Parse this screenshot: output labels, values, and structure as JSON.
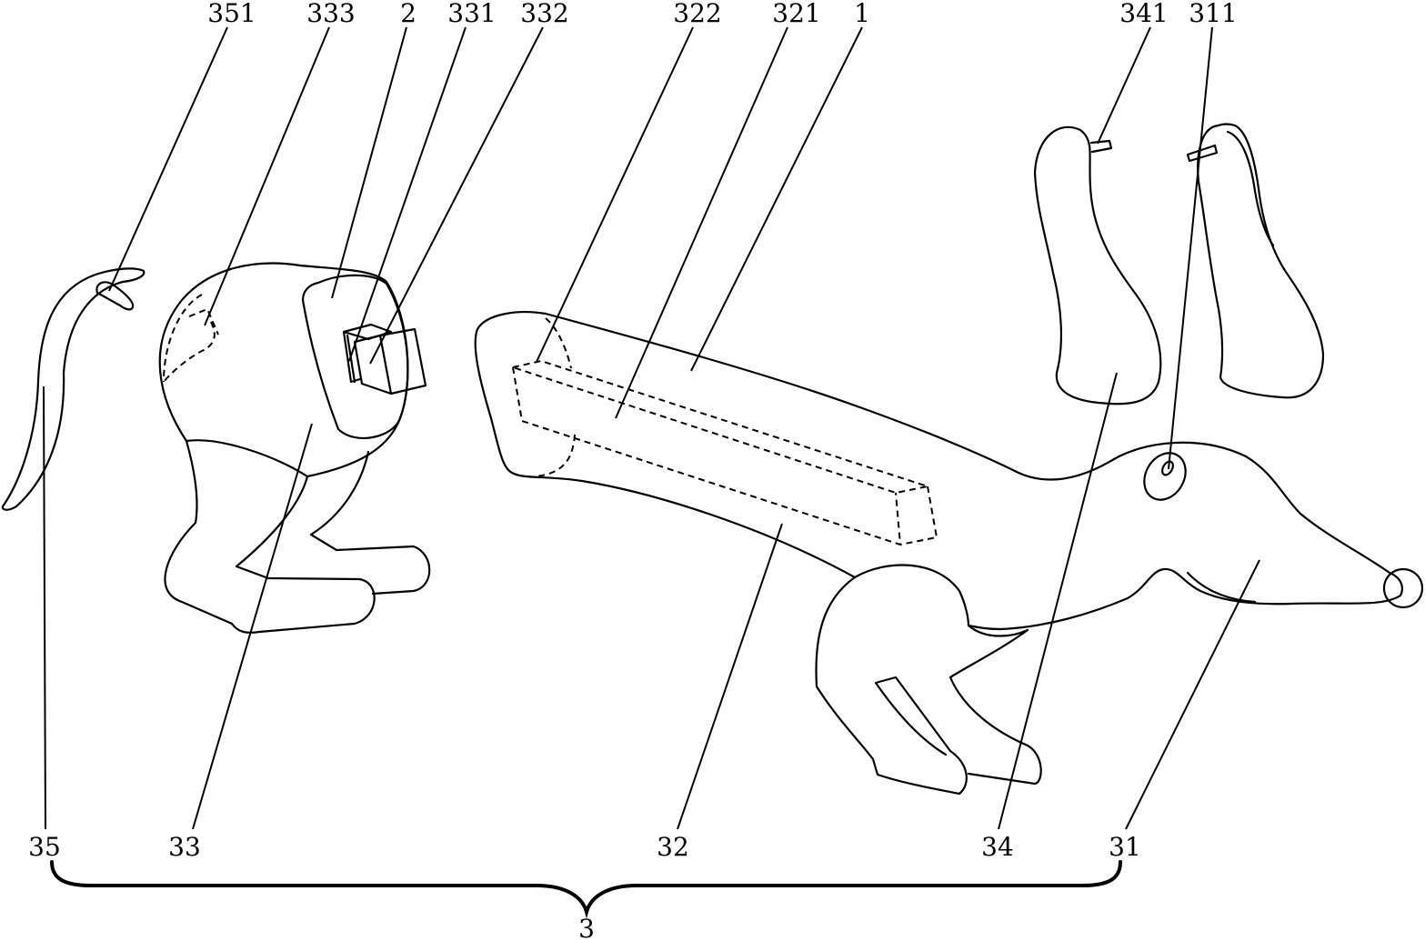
{
  "labels": {
    "l351": "351",
    "l333": "333",
    "l2": "2",
    "l331": "331",
    "l332": "332",
    "l322": "322",
    "l321": "321",
    "l1": "1",
    "l341": "341",
    "l311": "311",
    "l35": "35",
    "l33": "33",
    "l32": "32",
    "l34": "34",
    "l31": "31",
    "l3": "3"
  }
}
